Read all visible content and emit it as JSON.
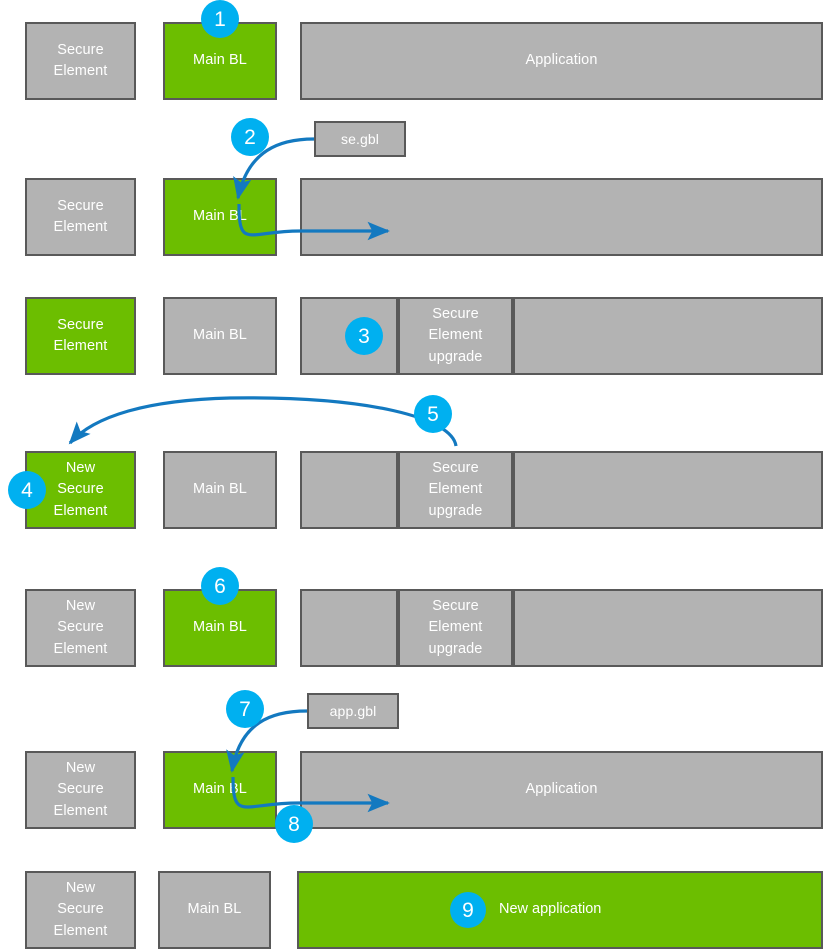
{
  "colors": {
    "green": "#6cbe00",
    "gray_fill": "#b3b3b3",
    "gray_border": "#595959",
    "badge_cyan": "#00b0f0",
    "arrow_blue": "#1379c0",
    "text_white": "#ffffff",
    "background": "#ffffff"
  },
  "labels": {
    "secure_element": "Secure\nElement",
    "new_secure_element": "New\nSecure\nElement",
    "main_bl": "Main BL",
    "application": "Application",
    "new_application": "New application",
    "secure_element_upgrade": "Secure\nElement\nupgrade",
    "se_gbl": "se.gbl",
    "app_gbl": "app.gbl",
    "empty": ""
  },
  "badges": {
    "one": "1",
    "two": "2",
    "three": "3",
    "four": "4",
    "five": "5",
    "six": "6",
    "seven": "7",
    "eight": "8",
    "nine": "9"
  },
  "rows": [
    {
      "step": "1",
      "secure_element": "Secure\nElement",
      "secure_element_state": "gray",
      "main_bl": "Main BL",
      "main_bl_state": "green",
      "app": "Application",
      "app_state": "gray"
    },
    {
      "step": "2",
      "secure_element": "Secure\nElement",
      "secure_element_state": "gray",
      "main_bl": "Main BL",
      "main_bl_state": "green",
      "app": "",
      "app_state": "gray",
      "file": "se.gbl"
    },
    {
      "step": "3",
      "secure_element": "Secure\nElement",
      "secure_element_state": "green",
      "main_bl": "Main BL",
      "main_bl_state": "gray",
      "app_segment": "Secure\nElement\nupgrade",
      "app_state": "gray"
    },
    {
      "step": "4/5",
      "secure_element": "New\nSecure\nElement",
      "secure_element_state": "green",
      "main_bl": "Main BL",
      "main_bl_state": "gray",
      "app_segment": "Secure\nElement\nupgrade",
      "app_state": "gray"
    },
    {
      "step": "6",
      "secure_element": "New\nSecure\nElement",
      "secure_element_state": "gray",
      "main_bl": "Main BL",
      "main_bl_state": "green",
      "app_segment": "Secure\nElement\nupgrade",
      "app_state": "gray"
    },
    {
      "step": "7/8",
      "secure_element": "New\nSecure\nElement",
      "secure_element_state": "gray",
      "main_bl": "Main BL",
      "main_bl_state": "green",
      "app": "Application",
      "app_state": "gray",
      "file": "app.gbl"
    },
    {
      "step": "9",
      "secure_element": "New\nSecure\nElement",
      "secure_element_state": "gray",
      "main_bl": "Main BL",
      "main_bl_state": "gray",
      "app": "New application",
      "app_state": "green"
    }
  ]
}
